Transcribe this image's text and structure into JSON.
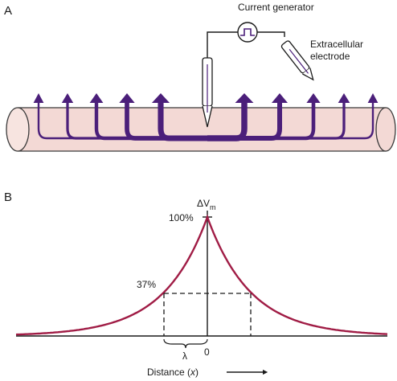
{
  "panel_a": {
    "label": "A",
    "current_generator_label": "Current generator",
    "electrode_label_line1": "Extracellular",
    "electrode_label_line2": "electrode"
  },
  "panel_b": {
    "label": "B",
    "y_axis_label_main": "ΔV",
    "y_axis_label_sub": "m",
    "peak_label": "100%",
    "decay_label": "37%",
    "lambda_label": "λ",
    "origin_label": "0",
    "x_axis_label_prefix": "Distance (",
    "x_axis_label_var": "x",
    "x_axis_label_suffix": ")"
  },
  "colors": {
    "axon_fill": "#f3d9d5",
    "axon_stroke": "#3a3a3a",
    "current_arrows": "#4b1f7a",
    "curve": "#a01c45",
    "line": "#1a1a1a"
  },
  "chart_data": {
    "type": "line",
    "curve": "exponential decay",
    "peak": 1.0,
    "value_at_lambda": 0.37
  }
}
